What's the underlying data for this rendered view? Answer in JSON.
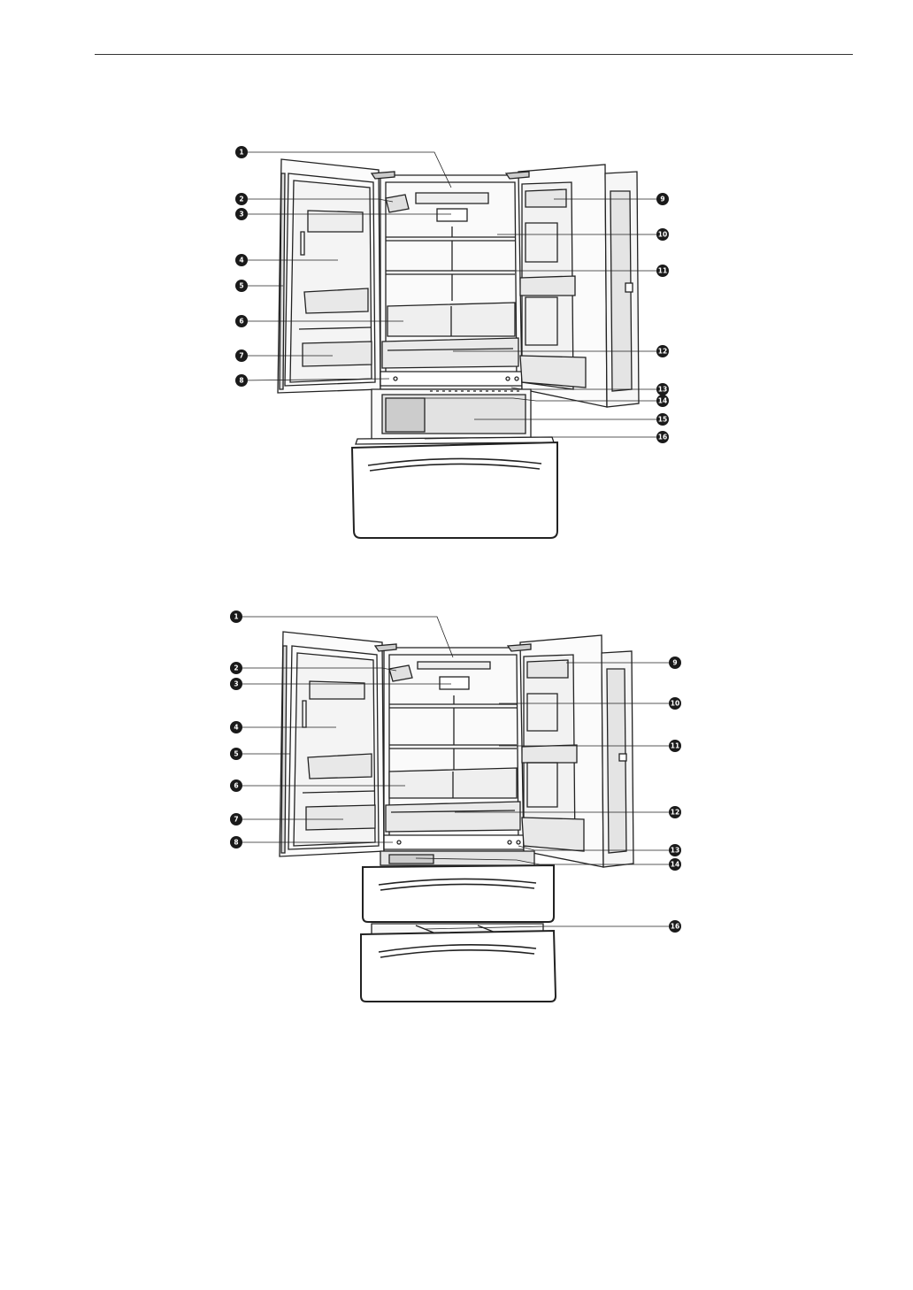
{
  "figures": [
    {
      "id": "model-single-drawer",
      "callouts": [
        {
          "num": "1",
          "side": "left"
        },
        {
          "num": "2",
          "side": "left"
        },
        {
          "num": "3",
          "side": "left"
        },
        {
          "num": "4",
          "side": "left"
        },
        {
          "num": "5",
          "side": "left"
        },
        {
          "num": "6",
          "side": "left"
        },
        {
          "num": "7",
          "side": "left"
        },
        {
          "num": "8",
          "side": "left"
        },
        {
          "num": "9",
          "side": "right"
        },
        {
          "num": "10",
          "side": "right"
        },
        {
          "num": "11",
          "side": "right"
        },
        {
          "num": "12",
          "side": "right"
        },
        {
          "num": "13",
          "side": "right"
        },
        {
          "num": "14",
          "side": "right"
        },
        {
          "num": "15",
          "side": "right"
        },
        {
          "num": "16",
          "side": "right"
        }
      ]
    },
    {
      "id": "model-double-drawer",
      "callouts": [
        {
          "num": "1",
          "side": "left"
        },
        {
          "num": "2",
          "side": "left"
        },
        {
          "num": "3",
          "side": "left"
        },
        {
          "num": "4",
          "side": "left"
        },
        {
          "num": "5",
          "side": "left"
        },
        {
          "num": "6",
          "side": "left"
        },
        {
          "num": "7",
          "side": "left"
        },
        {
          "num": "8",
          "side": "left"
        },
        {
          "num": "9",
          "side": "right"
        },
        {
          "num": "10",
          "side": "right"
        },
        {
          "num": "11",
          "side": "right"
        },
        {
          "num": "12",
          "side": "right"
        },
        {
          "num": "13",
          "side": "right"
        },
        {
          "num": "14",
          "side": "right"
        },
        {
          "num": "16",
          "side": "right"
        }
      ]
    }
  ],
  "colors": {
    "line": "#222222",
    "badge": "#1a1a1a",
    "panel_fill": "#f2f2f2",
    "drawer_fill": "#e6e6e6"
  }
}
